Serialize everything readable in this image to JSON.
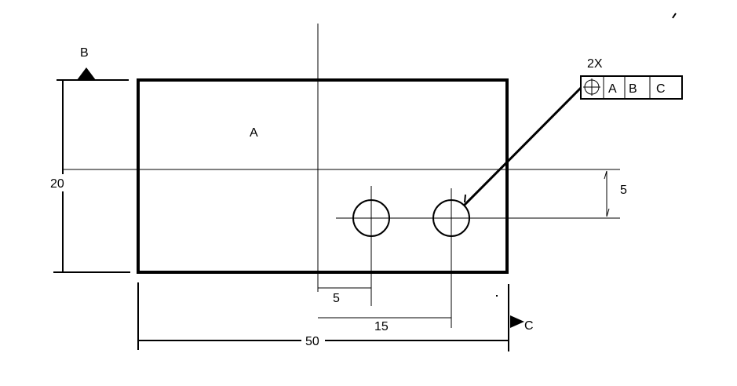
{
  "labels": {
    "surface_a": "A",
    "datum_b": "B",
    "datum_c": "C",
    "height_dim": "20",
    "hole_offset_dim": "5",
    "hole1_x_dim": "5",
    "hole2_x_dim": "15",
    "width_dim": "50"
  },
  "feature_control_frame": {
    "count": "2X",
    "symbol": "position-icon",
    "datums": [
      "A",
      "B",
      "C"
    ]
  }
}
